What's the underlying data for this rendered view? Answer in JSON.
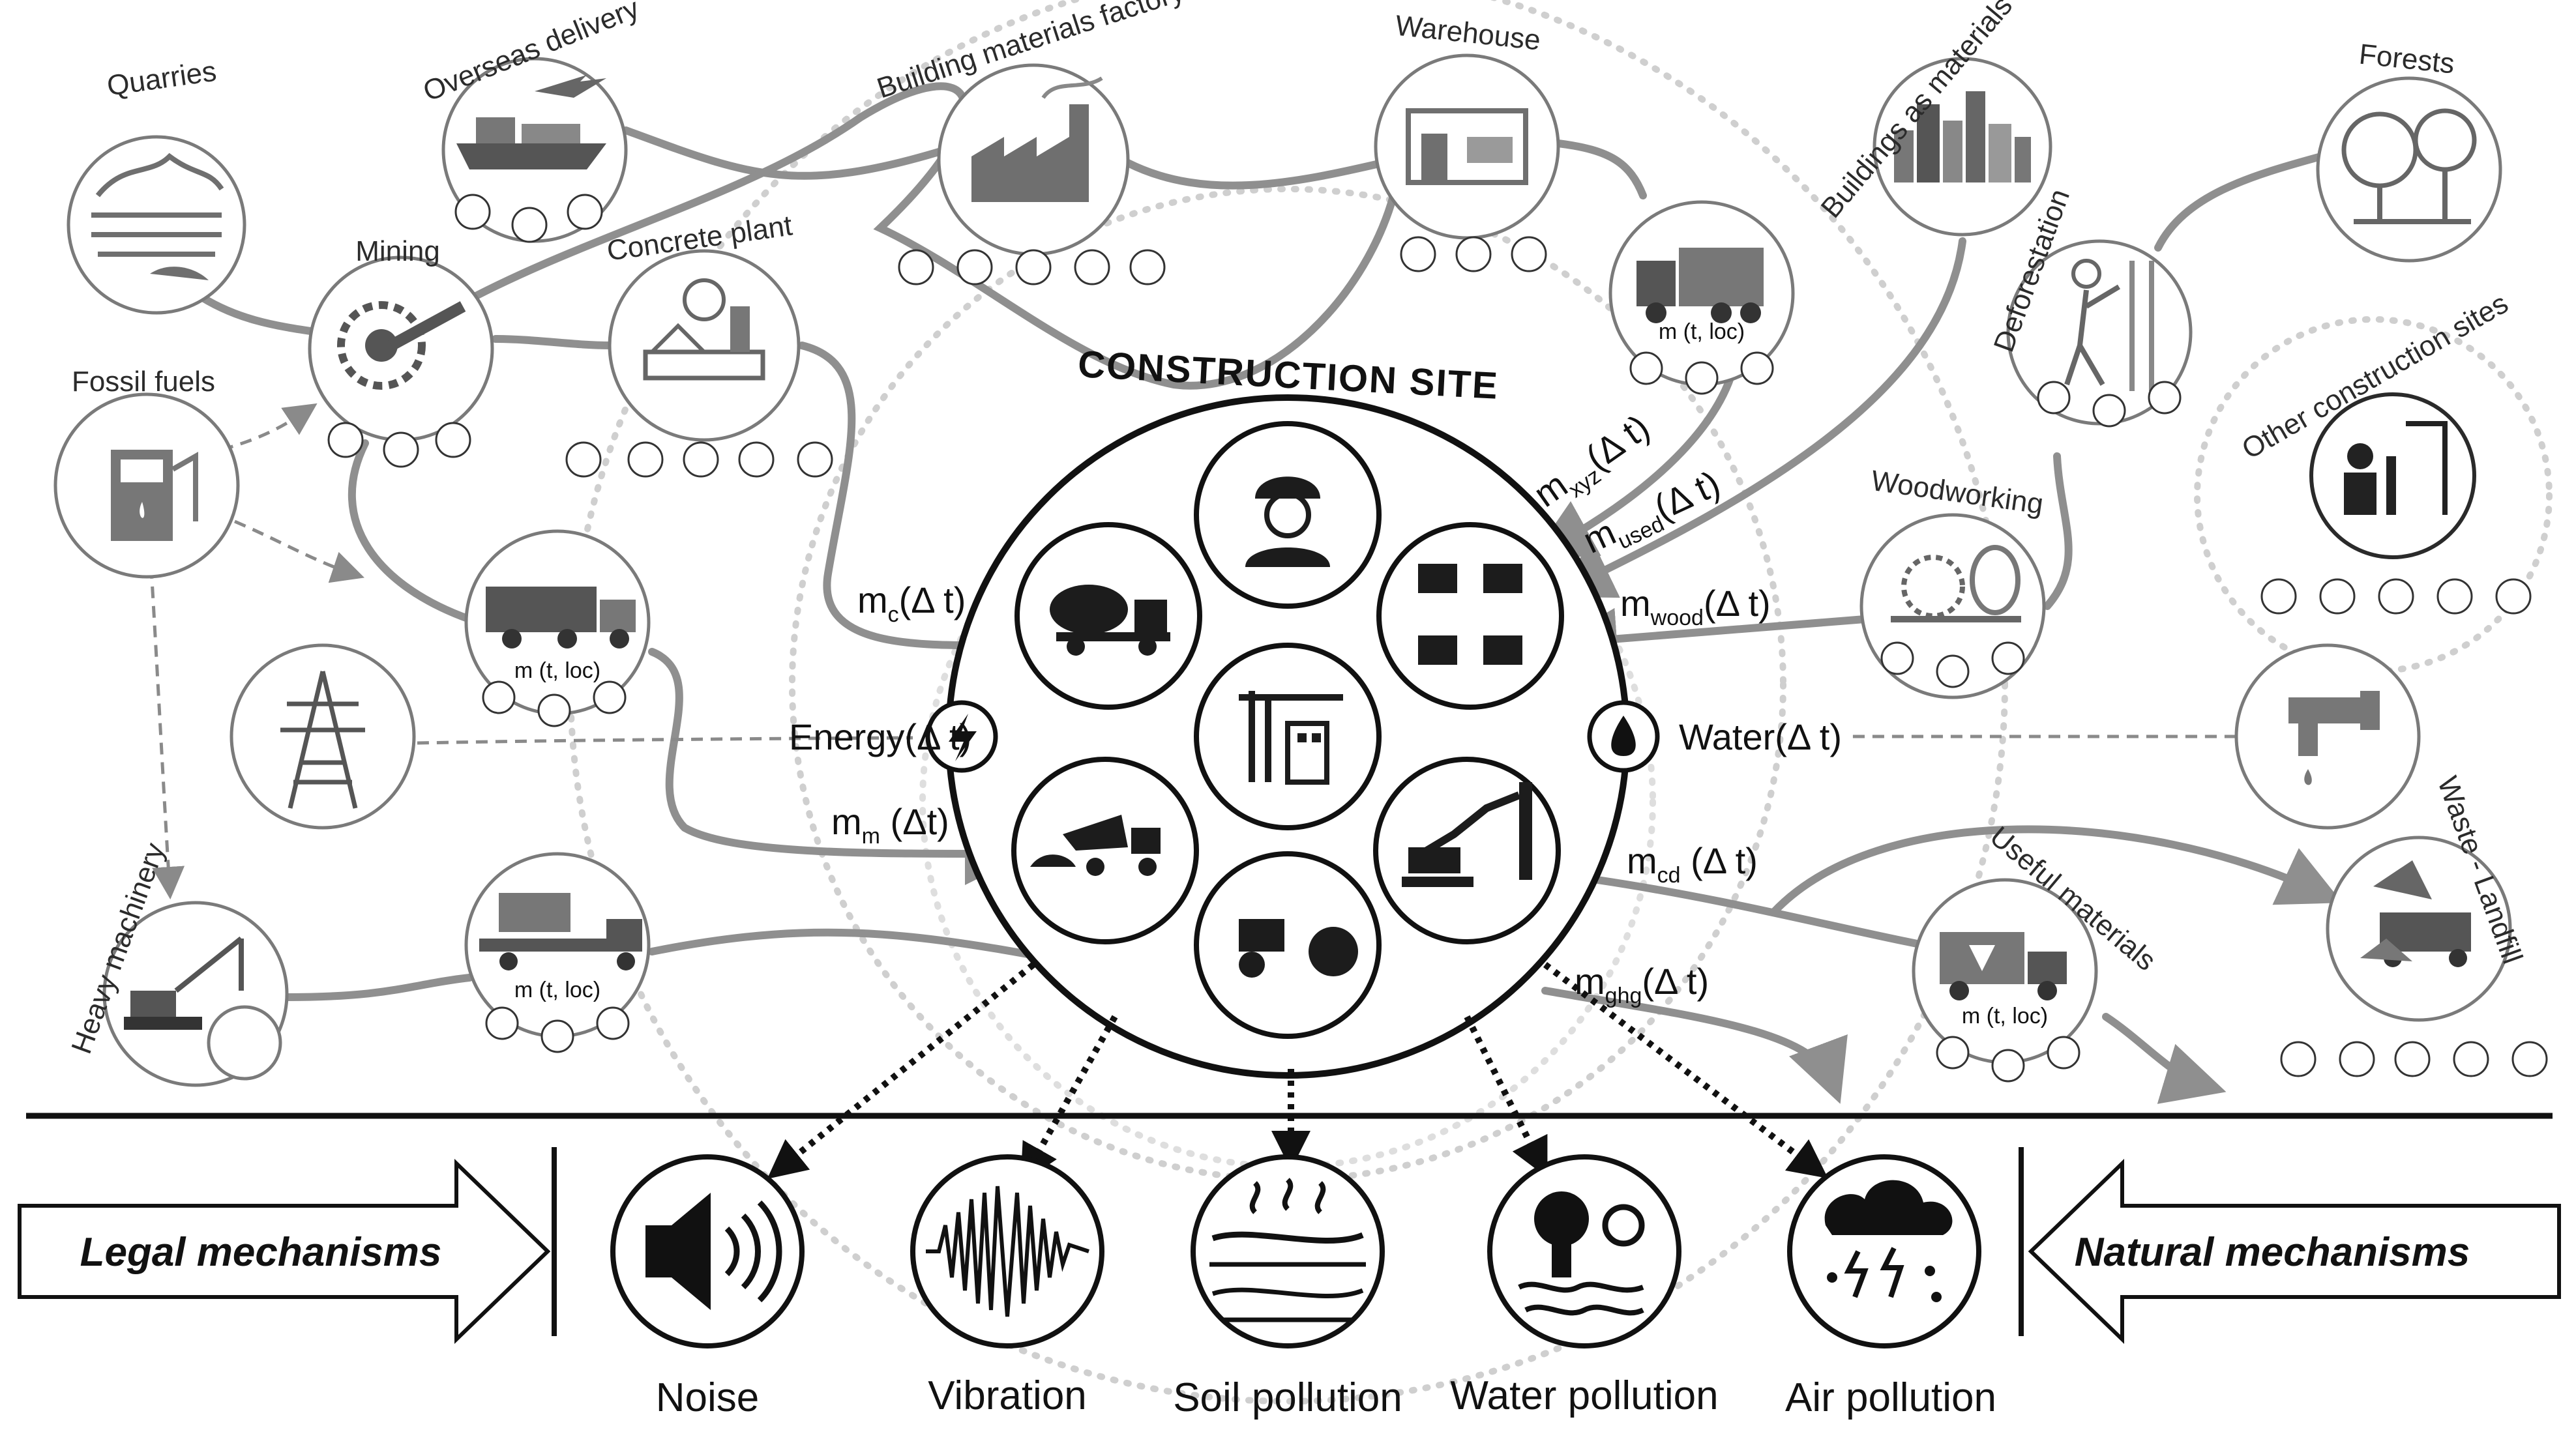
{
  "center": {
    "title": "CONSTRUCTION SITE",
    "energy_label": "Energy(Δ t)",
    "water_label": "Water(Δ t)"
  },
  "nodes": {
    "quarries": "Quarries",
    "overseas": "Overseas delivery",
    "materials_factory": "Building materials factory",
    "warehouse": "Warehouse",
    "buildings_source": "Buildings as materials’ source",
    "forests": "Forests",
    "mining": "Mining",
    "concrete_plant": "Concrete plant",
    "deforestation": "Deforestation",
    "other_sites": "Other construction sites",
    "fossil_fuels": "Fossil fuels",
    "woodworking": "Woodworking",
    "heavy_machinery": "Heavy machinery",
    "useful_materials": "Useful materials",
    "waste_landfill": "Waste - Landfill"
  },
  "transport_label": "m (t, loc)",
  "flows": {
    "mc": {
      "base": "m",
      "sub": "c",
      "rest": "(Δ t)"
    },
    "mm": {
      "base": "m",
      "sub": "m",
      "rest": " (Δt)"
    },
    "mxyz": {
      "base": "m",
      "sub": "xyz",
      "rest": "(Δ t)"
    },
    "mused": {
      "base": "m",
      "sub": "used",
      "rest": "(Δ t)"
    },
    "mwood": {
      "base": "m",
      "sub": "wood",
      "rest": "(Δ t)"
    },
    "mcd": {
      "base": "m",
      "sub": "cd",
      "rest": " (Δ t)"
    },
    "mghg": {
      "base": "m",
      "sub": "ghg",
      "rest": "(Δ t)"
    }
  },
  "impacts": [
    "Noise",
    "Vibration",
    "Soil pollution",
    "Water pollution",
    "Air pollution"
  ],
  "mechanisms": {
    "left": "Legal mechanisms",
    "right": "Natural mechanisms"
  },
  "icons": {
    "center": [
      "construction-worker-icon",
      "concrete-mixer-truck-icon",
      "materials-pallets-icon",
      "tower-crane-icon",
      "dump-truck-icon",
      "excavator-drill-icon",
      "road-roller-icon"
    ],
    "impact_markers": [
      "air-icon",
      "vibration-icon",
      "noise-icon",
      "soil-icon"
    ]
  }
}
